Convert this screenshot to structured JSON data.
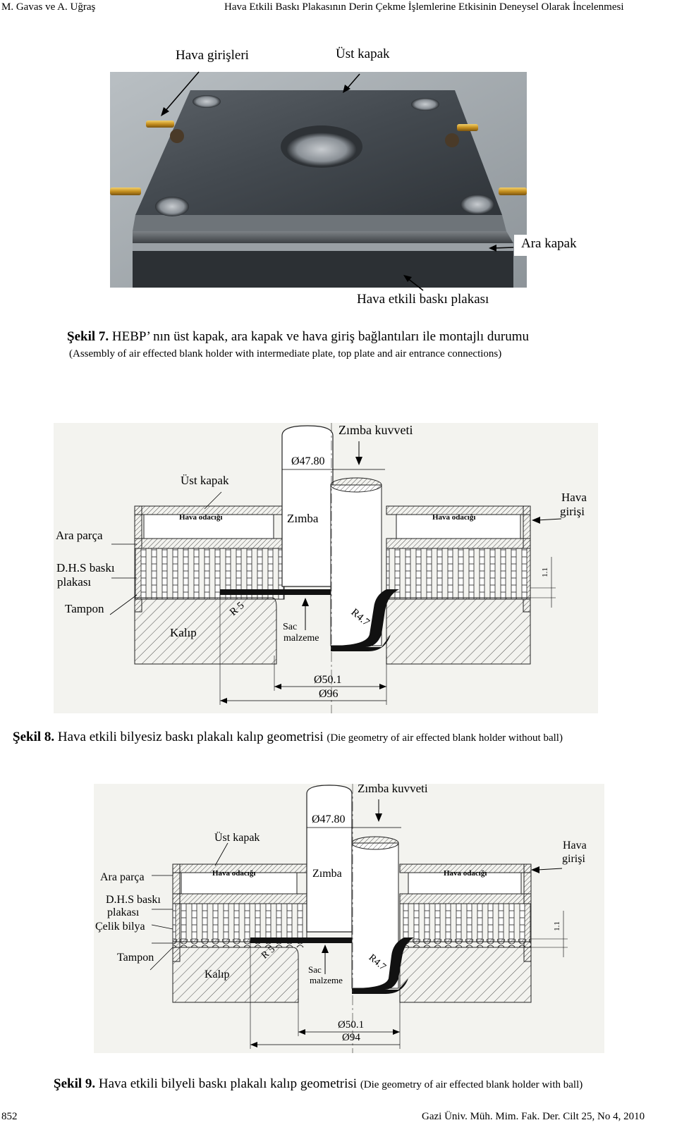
{
  "header": {
    "authors": "M. Gavas ve A. Uğraş",
    "running_title": "Hava Etkili Baskı Plakasının Derin Çekme İşlemlerine Etkisinin Deneysel Olarak İncelenmesi"
  },
  "figure7": {
    "labels": {
      "air_inlets": "Hava girişleri",
      "top_cover": "Üst kapak",
      "intermediate_cover": "Ara kapak",
      "blank_holder": "Hava etkili baskı plakası"
    },
    "caption_number": "Şekil 7.",
    "caption": "HEBP’ nın üst kapak, ara kapak ve hava giriş bağlantıları ile montajlı durumu",
    "caption_en": "(Assembly of air effected blank holder with intermediate plate, top plate and air entrance connections)"
  },
  "figure8": {
    "labels": {
      "punch_force": "Zımba kuvveti",
      "diam_punch": "Ø47.80",
      "top_cover": "Üst kapak",
      "air_inlet_1": "Hava",
      "air_inlet_2": "girişi",
      "air_chamber_left": "Hava odacığı",
      "air_chamber_right": "Hava odacığı",
      "punch": "Zımba",
      "spacer": "Ara parça",
      "dhs_1": "D.H.S baskı",
      "dhs_2": "plakası",
      "gap": "1.1",
      "buffer": "Tampon",
      "die_radius": "R 5",
      "punch_radius": "R4.7",
      "die": "Kalıp",
      "sheet_1": "Sac",
      "sheet_2": "malzeme",
      "diam_die": "Ø50.1",
      "diam_outer": "Ø96"
    },
    "caption_number": "Şekil 8.",
    "caption": "Hava etkili bilyesiz baskı plakalı kalıp geometrisi",
    "caption_en": "(Die geometry of air effected blank holder without ball)"
  },
  "figure9": {
    "labels": {
      "punch_force": "Zımba kuvveti",
      "diam_punch": "Ø47.80",
      "top_cover": "Üst kapak",
      "air_inlet_1": "Hava",
      "air_inlet_2": "girişi",
      "air_chamber_left": "Hava odacığı",
      "air_chamber_right": "Hava odacığı",
      "punch": "Zımba",
      "spacer": "Ara parça",
      "dhs_1": "D.H.S baskı",
      "dhs_2": "plakası",
      "steel_ball": "Çelik bilya",
      "gap": "1.1",
      "buffer": "Tampon",
      "die_radius": "R 5",
      "punch_radius": "R4.7",
      "die": "Kalıp",
      "sheet_1": "Sac",
      "sheet_2": "malzeme",
      "diam_die": "Ø50.1",
      "diam_outer": "Ø94"
    },
    "caption_number": "Şekil 9.",
    "caption": "Hava etkili bilyeli baskı plakalı kalıp geometrisi",
    "caption_en": "(Die geometry of air effected blank holder with ball)"
  },
  "footer": {
    "page_number": "852",
    "journal": "Gazi Üniv. Müh. Mim. Fak. Der. Cilt 25, No 4, 2010"
  }
}
